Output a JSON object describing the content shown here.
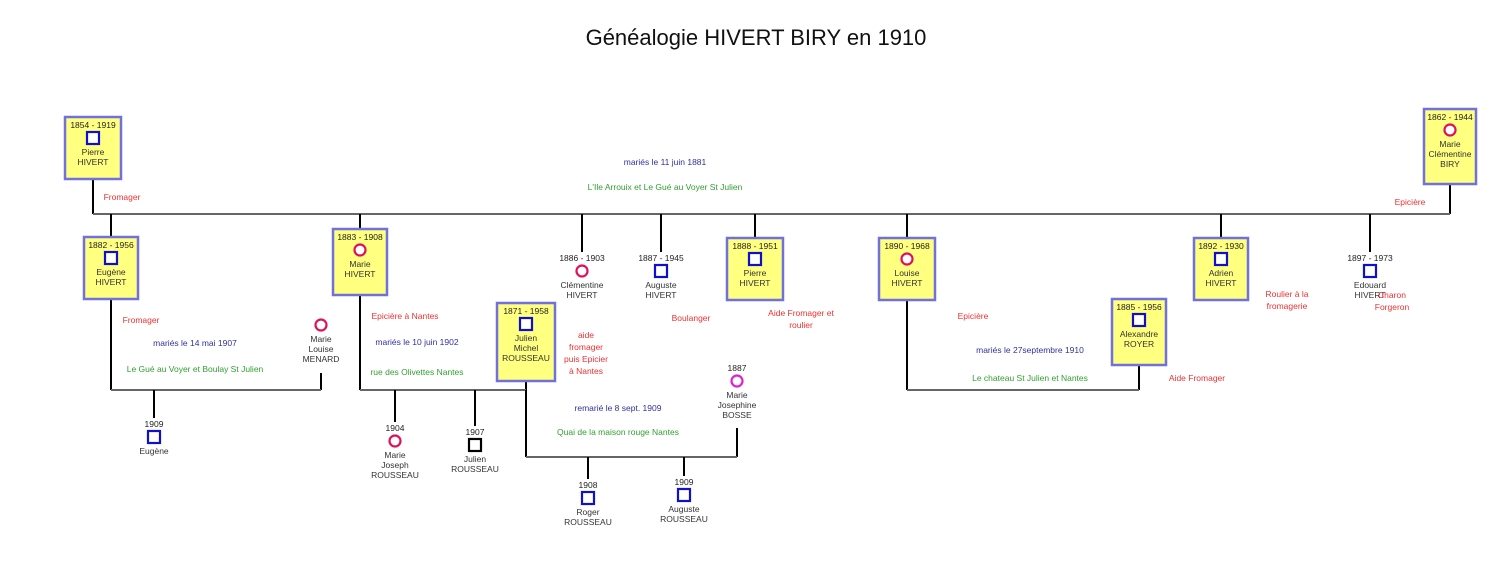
{
  "title": "Généalogie HIVERT BIRY en 1910",
  "colors": {
    "box_fill": "#ffff80",
    "box_border": "#7070e0",
    "male": "#1010cc",
    "female": "#e0105a",
    "female_light": "#e020d0",
    "unknown": "#000000",
    "occupation": "#ee3030",
    "marriage_date": "#3030a0",
    "marriage_place": "#30a030",
    "line": "#000000"
  },
  "persons": {
    "pierre_sr": {
      "dates": "1854 - 1919",
      "name": [
        "Pierre",
        "HIVERT"
      ],
      "sex": "male",
      "boxed": true
    },
    "marie_clementine": {
      "dates": "1862 - 1944",
      "name": [
        "Marie",
        "Clémentine",
        "BIRY"
      ],
      "sex": "female",
      "boxed": true
    },
    "eugene": {
      "dates": "1882 - 1956",
      "name": [
        "Eugène",
        "HIVERT"
      ],
      "sex": "male",
      "boxed": true
    },
    "marie_louise_menard": {
      "dates": "",
      "name": [
        "Marie",
        "Louise",
        "MENARD"
      ],
      "sex": "female",
      "boxed": false
    },
    "marie_hivert": {
      "dates": "1883 - 1908",
      "name": [
        "Marie",
        "HIVERT"
      ],
      "sex": "female",
      "boxed": true
    },
    "julien_michel": {
      "dates": "1871 - 1958",
      "name": [
        "Julien",
        "Michel",
        "ROUSSEAU"
      ],
      "sex": "male",
      "boxed": true
    },
    "clementine": {
      "dates": "1886 - 1903",
      "name": [
        "Clémentine",
        "HIVERT"
      ],
      "sex": "female",
      "boxed": false
    },
    "auguste_hivert": {
      "dates": "1887 - 1945",
      "name": [
        "Auguste",
        "HIVERT"
      ],
      "sex": "male",
      "boxed": false
    },
    "pierre_jr": {
      "dates": "1888 - 1951",
      "name": [
        "Pierre",
        "HIVERT"
      ],
      "sex": "male",
      "boxed": true
    },
    "louise": {
      "dates": "1890 - 1968",
      "name": [
        "Louise",
        "HIVERT"
      ],
      "sex": "female",
      "boxed": true
    },
    "alexandre": {
      "dates": "1885 - 1956",
      "name": [
        "Alexandre",
        "ROYER"
      ],
      "sex": "male",
      "boxed": true
    },
    "adrien": {
      "dates": "1892 - 1930",
      "name": [
        "Adrien",
        "HIVERT"
      ],
      "sex": "male",
      "boxed": true
    },
    "edouard": {
      "dates": "1897 - 1973",
      "name": [
        "Edouard",
        "HIVERT"
      ],
      "sex": "male",
      "boxed": false
    },
    "eugene_jr": {
      "dates": "1909",
      "name": [
        "Eugène"
      ],
      "sex": "male",
      "boxed": false
    },
    "marie_joseph": {
      "dates": "1904",
      "name": [
        "Marie",
        "Joseph",
        "ROUSSEAU"
      ],
      "sex": "female",
      "boxed": false
    },
    "julien_jr": {
      "dates": "1907",
      "name": [
        "Julien",
        "ROUSSEAU"
      ],
      "sex": "unknown",
      "boxed": false
    },
    "marie_josephine": {
      "dates": "1887",
      "name": [
        "Marie",
        "Josephine",
        "BOSSE"
      ],
      "sex": "female_light",
      "boxed": false
    },
    "roger": {
      "dates": "1908",
      "name": [
        "Roger",
        "ROUSSEAU"
      ],
      "sex": "male",
      "boxed": false
    },
    "auguste_rousseau": {
      "dates": "1909",
      "name": [
        "Auguste",
        "ROUSSEAU"
      ],
      "sex": "male",
      "boxed": false
    }
  },
  "occupations": {
    "pierre_sr": [
      "Fromager"
    ],
    "marie_clementine": [
      "Epicière"
    ],
    "eugene": [
      "Fromager"
    ],
    "marie_hivert": [
      "Epicière à Nantes"
    ],
    "julien_michel": [
      "aide",
      "fromager",
      "puis Epicier",
      "à Nantes"
    ],
    "auguste_hivert": [
      "Boulanger"
    ],
    "pierre_jr": [
      "Aide Fromager et",
      "roulier"
    ],
    "louise": [
      "Epicière"
    ],
    "alexandre": [
      "Aide Fromager"
    ],
    "adrien": [
      "Roulier à la",
      "fromagerie"
    ],
    "edouard": [
      "Charon",
      "Forgeron"
    ]
  },
  "marriages": {
    "main": {
      "date": "mariés le 11 juin 1881",
      "place": "L'Ile Arrouix et Le Gué au Voyer St Julien"
    },
    "eugene": {
      "date": "mariés le 14 mai 1907",
      "place": "Le Gué au Voyer et Boulay St Julien"
    },
    "marie": {
      "date": "mariés le 10 juin 1902",
      "place": "rue des Olivettes Nantes"
    },
    "julien": {
      "date": "remarié le 8 sept. 1909",
      "place": "Quai de la maison rouge Nantes"
    },
    "louise": {
      "date": "mariés le 27septembre 1910",
      "place": "Le chateau St Julien et Nantes"
    }
  }
}
